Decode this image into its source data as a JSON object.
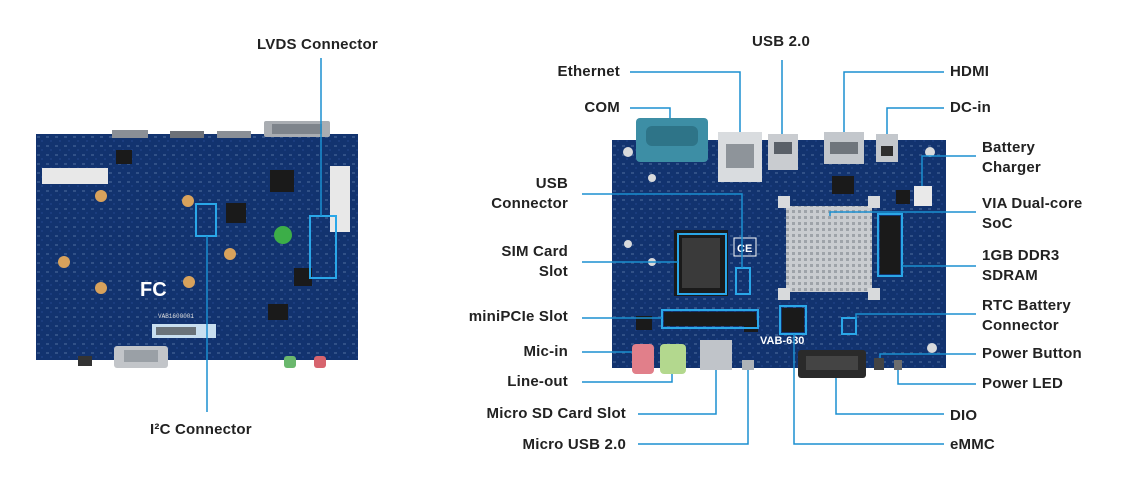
{
  "colors": {
    "leader": "#1b8fd0",
    "board": "#10306b",
    "board_dark": "#0b2452",
    "highlight": "#2aa7e8",
    "text": "#222222"
  },
  "back_view": {
    "silk": {
      "fcc": "FC",
      "bottom_code": "VAB1600001"
    },
    "labels": {
      "lvds": "LVDS Connector",
      "i2c": "I²C Connector"
    }
  },
  "front_view": {
    "silk": {
      "model": "VAB-630",
      "ce": "CE"
    },
    "labels": {
      "usb20_top": "USB 2.0",
      "ethernet": "Ethernet",
      "hdmi": "HDMI",
      "com": "COM",
      "dc_in": "DC-in",
      "battery_charger_1": "Battery",
      "battery_charger_2": "Charger",
      "usb_connector_1": "USB",
      "usb_connector_2": "Connector",
      "soc_1": "VIA Dual-core",
      "soc_2": "SoC",
      "sim_1": "SIM Card",
      "sim_2": "Slot",
      "ddr3_1": "1GB DDR3",
      "ddr3_2": "SDRAM",
      "rtc_1": "RTC Battery",
      "rtc_2": "Connector",
      "minipcie": "miniPCIe Slot",
      "power_button": "Power Button",
      "mic_in": "Mic-in",
      "line_out": "Line-out",
      "power_led": "Power LED",
      "micro_sd": "Micro SD Card Slot",
      "dio": "DIO",
      "micro_usb": "Micro USB 2.0",
      "emmc": "eMMC"
    }
  }
}
